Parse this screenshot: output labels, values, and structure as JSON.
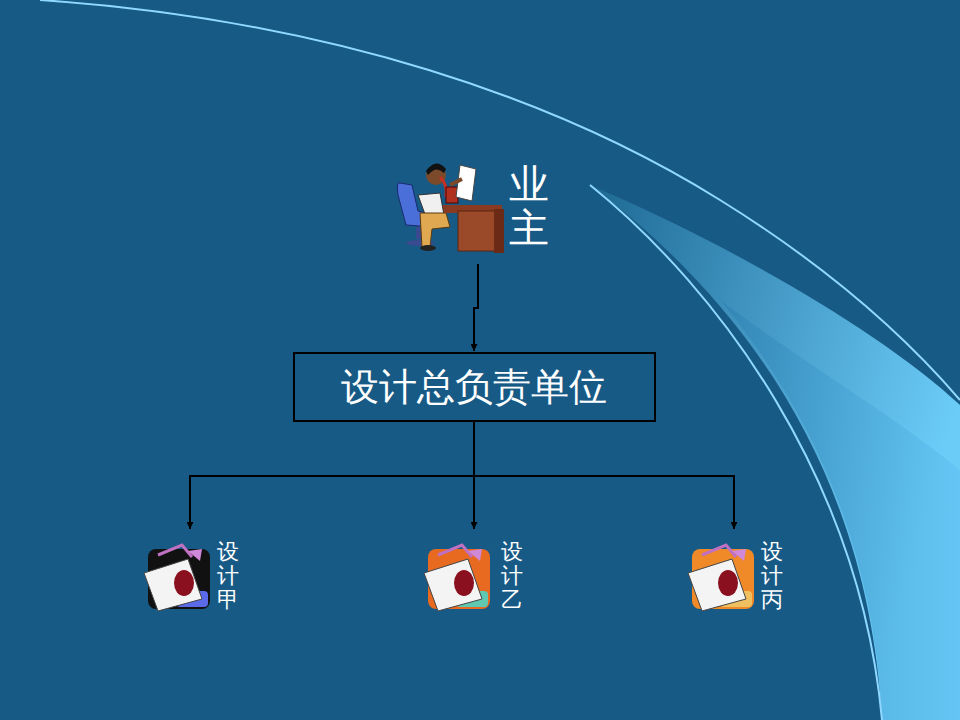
{
  "diagram": {
    "nodes": [
      {
        "text": [
          "业主"
        ]
      },
      {
        "text": [
          "设计总负责单位"
        ]
      },
      {
        "text": [
          "设计甲"
        ]
      },
      {
        "text": [
          "设计乙"
        ]
      },
      {
        "text": [
          "设计丙"
        ]
      }
    ],
    "edges": [
      {
        "from": 0,
        "to": 1,
        "arrow": "to"
      },
      {
        "from": 1,
        "to": 2,
        "arrow": "to"
      },
      {
        "from": 1,
        "to": 3,
        "arrow": "to"
      },
      {
        "from": 1,
        "to": 4,
        "arrow": "to"
      }
    ]
  }
}
